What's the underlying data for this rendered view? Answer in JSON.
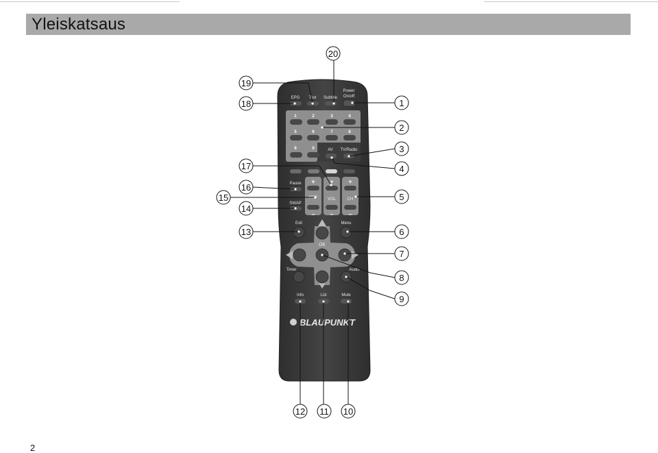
{
  "header": {
    "title": "Yleiskatsaus"
  },
  "page_number": "2",
  "remote": {
    "labels": {
      "epg": "EPG",
      "text": "Text",
      "subtitle": "Subtitle",
      "power": "Power",
      "power_sub": "On/off",
      "n1": "1",
      "n2": "2",
      "n3": "3",
      "n4": "4",
      "n5": "5",
      "n6": "6",
      "n7": "7",
      "n8": "8",
      "n9": "9",
      "n0": "0",
      "av": "AV",
      "tvradio": "TV/Radio",
      "pause": "Pause",
      "swap": "SWAP",
      "prf": "PRF",
      "vol": "VOL",
      "ch": "CH",
      "plus": "+",
      "minus": "−",
      "exit": "Exit",
      "menu": "Menu",
      "ok": "OK",
      "timer": "Timer",
      "audio": "Audio",
      "info": "Info",
      "list": "List",
      "mute": "Mute",
      "brand": "BLAUPUNKT"
    }
  },
  "callouts": {
    "c1": "1",
    "c2": "2",
    "c3": "3",
    "c4": "4",
    "c5": "5",
    "c6": "6",
    "c7": "7",
    "c8": "8",
    "c9": "9",
    "c10": "10",
    "c11": "11",
    "c12": "12",
    "c13": "13",
    "c14": "14",
    "c15": "15",
    "c16": "16",
    "c17": "17",
    "c18": "18",
    "c19": "19",
    "c20": "20"
  },
  "colors": {
    "remote_body": "#3a3a3a",
    "panel": "#8f8f8f",
    "button": "#474747",
    "header_bar": "#a9a9a9"
  }
}
